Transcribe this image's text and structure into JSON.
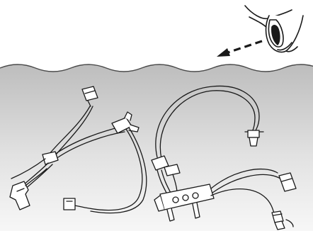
{
  "figure": {
    "description_visible_text": "",
    "colors": {
      "background": "#ffffff",
      "water_top": "#bfbfbf",
      "water_bottom": "#f6f6f6",
      "line": "#1a1a1a",
      "fill_light": "#ffffff"
    },
    "icons": [
      "eye-icon",
      "view-direction-arrow-icon",
      "water-surface",
      "submerged-tubing-set-left",
      "submerged-tubing-set-right"
    ]
  }
}
